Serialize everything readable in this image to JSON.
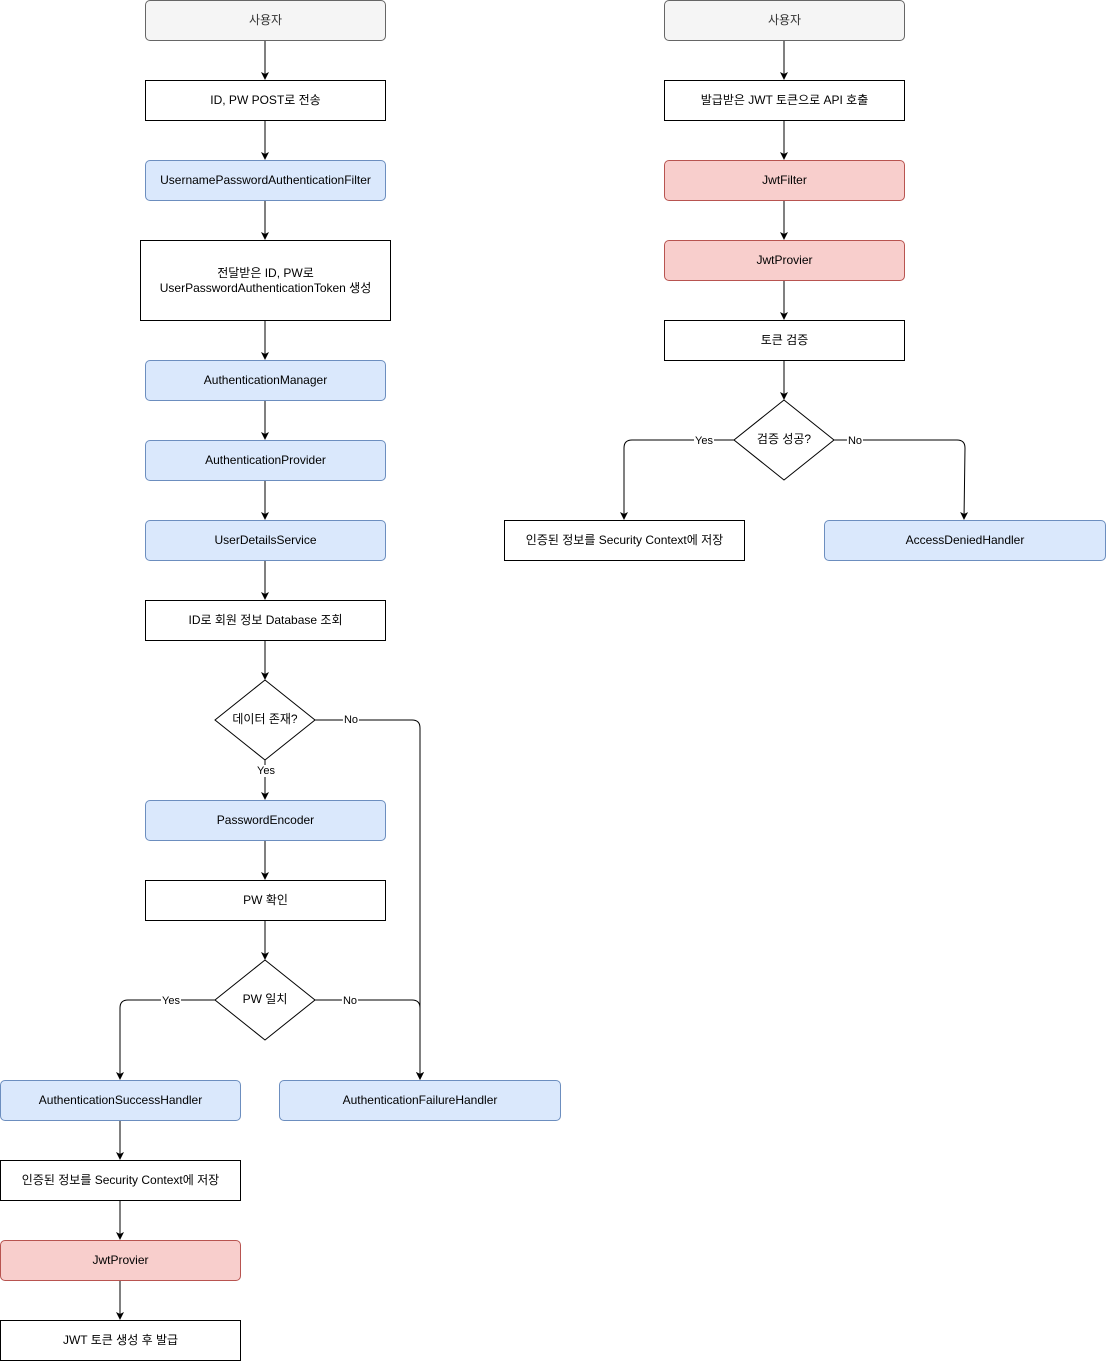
{
  "login_flow": {
    "user": "사용자",
    "post_credentials": "ID, PW POST로 전송",
    "filter": "UsernamePasswordAuthenticationFilter",
    "create_token_line1": "전달받은 ID, PW로",
    "create_token_line2": "UserPasswordAuthenticationToken 생성",
    "manager": "AuthenticationManager",
    "provider": "AuthenticationProvider",
    "user_details_service": "UserDetailsService",
    "db_lookup": "ID로 회원 정보 Database 조회",
    "data_exists": "데이터 존재?",
    "password_encoder": "PasswordEncoder",
    "pw_check": "PW 확인",
    "pw_match": "PW 일치",
    "success_handler": "AuthenticationSuccessHandler",
    "failure_handler": "AuthenticationFailureHandler",
    "save_context": "인증된 정보를 Security Context에 저장",
    "jwt_provider": "JwtProvier",
    "issue_token": "JWT 토큰 생성 후 발급"
  },
  "request_flow": {
    "user": "사용자",
    "api_call": "발급받은 JWT 토큰으로 API 호출",
    "jwt_filter": "JwtFilter",
    "jwt_provider": "JwtProvier",
    "verify_token": "토큰 검증",
    "verify_success": "검증 성공?",
    "save_context": "인증된 정보를 Security Context에 저장",
    "access_denied": "AccessDeniedHandler"
  },
  "edge_labels": {
    "yes": "Yes",
    "no": "No"
  },
  "colors": {
    "gray_fill": "#f5f5f5",
    "gray_stroke": "#666666",
    "blue_fill": "#dae8fc",
    "blue_stroke": "#6c8ebf",
    "red_fill": "#f8cecc",
    "red_stroke": "#b85450"
  }
}
